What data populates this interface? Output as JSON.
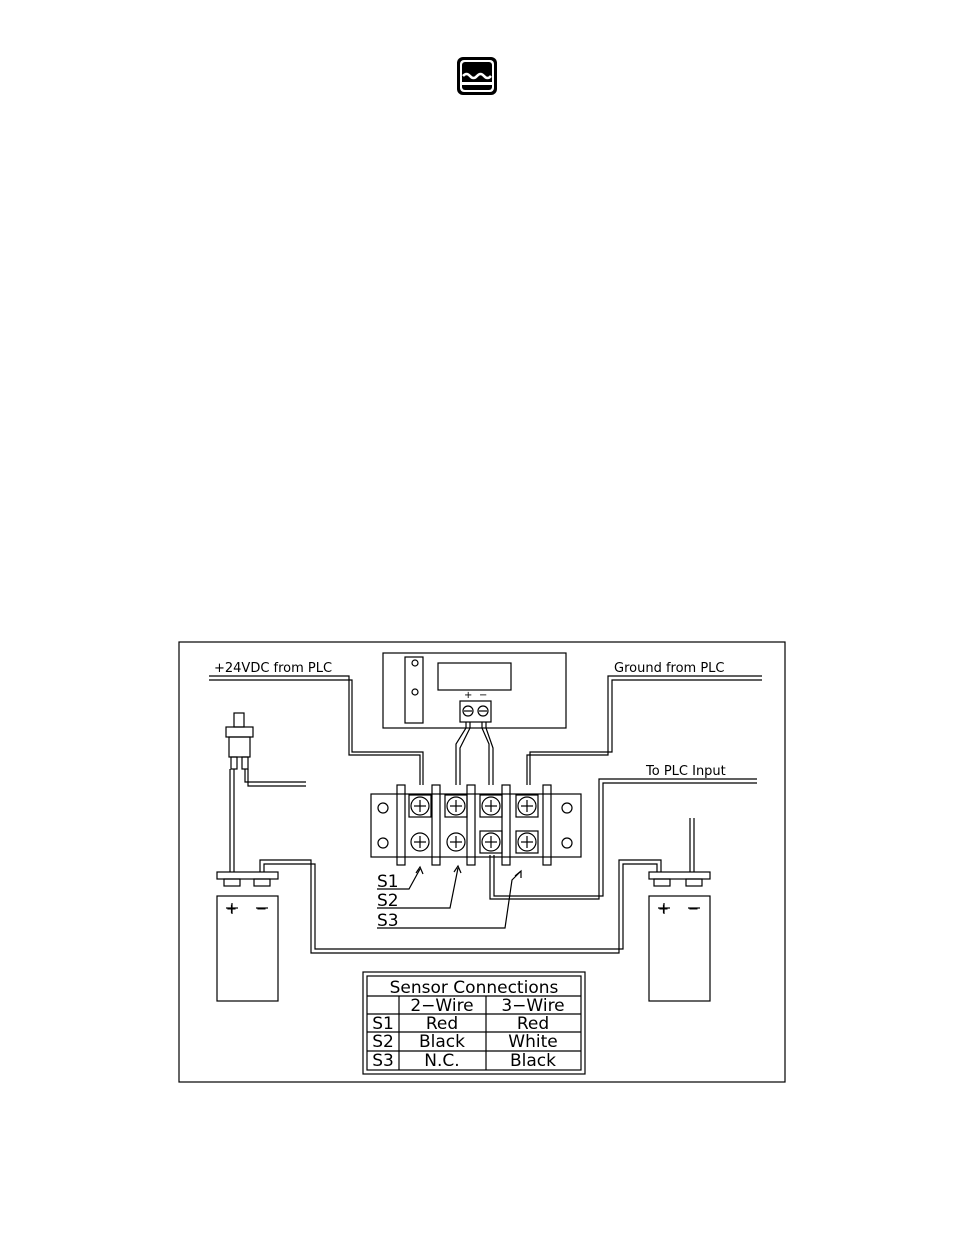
{
  "logo": {
    "icon": "water-waves-icon"
  },
  "labels": {
    "supply": "+24VDC from PLC",
    "ground": "Ground from PLC",
    "plc_input": "To PLC Input",
    "plus": "+",
    "minus": "−",
    "s1": "S1",
    "s2": "S2",
    "s3": "S3"
  },
  "table": {
    "title": "Sensor Connections",
    "headers": [
      "",
      "2−Wire",
      "3−Wire"
    ],
    "rows": [
      [
        "S1",
        "Red",
        "Red"
      ],
      [
        "S2",
        "Black",
        "White"
      ],
      [
        "S3",
        "N.C.",
        "Black"
      ]
    ]
  },
  "colors": {
    "ink": "#000000",
    "paper": "#ffffff"
  }
}
